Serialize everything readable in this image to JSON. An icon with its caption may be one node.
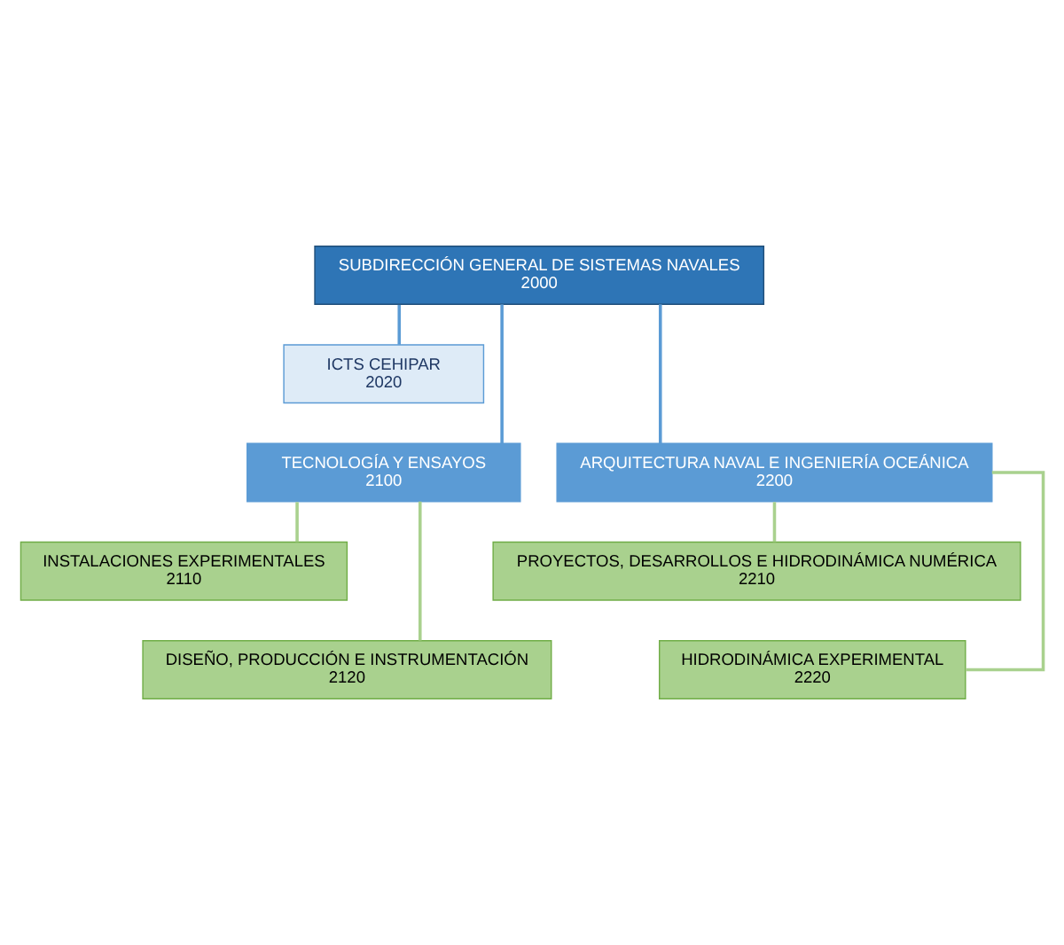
{
  "diagram": {
    "nodes": [
      {
        "text": [
          "SUBDIRECCIÓN GENERAL DE SISTEMAS NAVALES",
          "2000"
        ]
      },
      {
        "text": [
          "ICTS CEHIPAR",
          "2020"
        ]
      },
      {
        "text": [
          "TECNOLOGÍA Y ENSAYOS",
          "2100"
        ]
      },
      {
        "text": [
          "ARQUITECTURA NAVAL E INGENIERÍA OCEÁNICA",
          "2200"
        ]
      },
      {
        "text": [
          "INSTALACIONES EXPERIMENTALES",
          "2110"
        ]
      },
      {
        "text": [
          "DISEÑO, PRODUCCIÓN E INSTRUMENTACIÓN",
          "2120"
        ]
      },
      {
        "text": [
          "PROYECTOS, DESARROLLOS E HIDRODINÁMICA NUMÉRICA",
          "2210"
        ]
      },
      {
        "text": [
          "HIDRODINÁMICA EXPERIMENTAL",
          "2220"
        ]
      }
    ],
    "edges": [
      {
        "from": 0,
        "to": 1,
        "arrow": "none",
        "color": "#5b9bd5"
      },
      {
        "from": 0,
        "to": 2,
        "arrow": "none",
        "color": "#5b9bd5"
      },
      {
        "from": 0,
        "to": 3,
        "arrow": "none",
        "color": "#5b9bd5"
      },
      {
        "from": 2,
        "to": 4,
        "arrow": "none",
        "color": "#a9d18e"
      },
      {
        "from": 2,
        "to": 5,
        "arrow": "none",
        "color": "#a9d18e"
      },
      {
        "from": 3,
        "to": 6,
        "arrow": "none",
        "color": "#a9d18e"
      },
      {
        "from": 3,
        "to": 7,
        "arrow": "none",
        "color": "#a9d18e"
      }
    ]
  }
}
